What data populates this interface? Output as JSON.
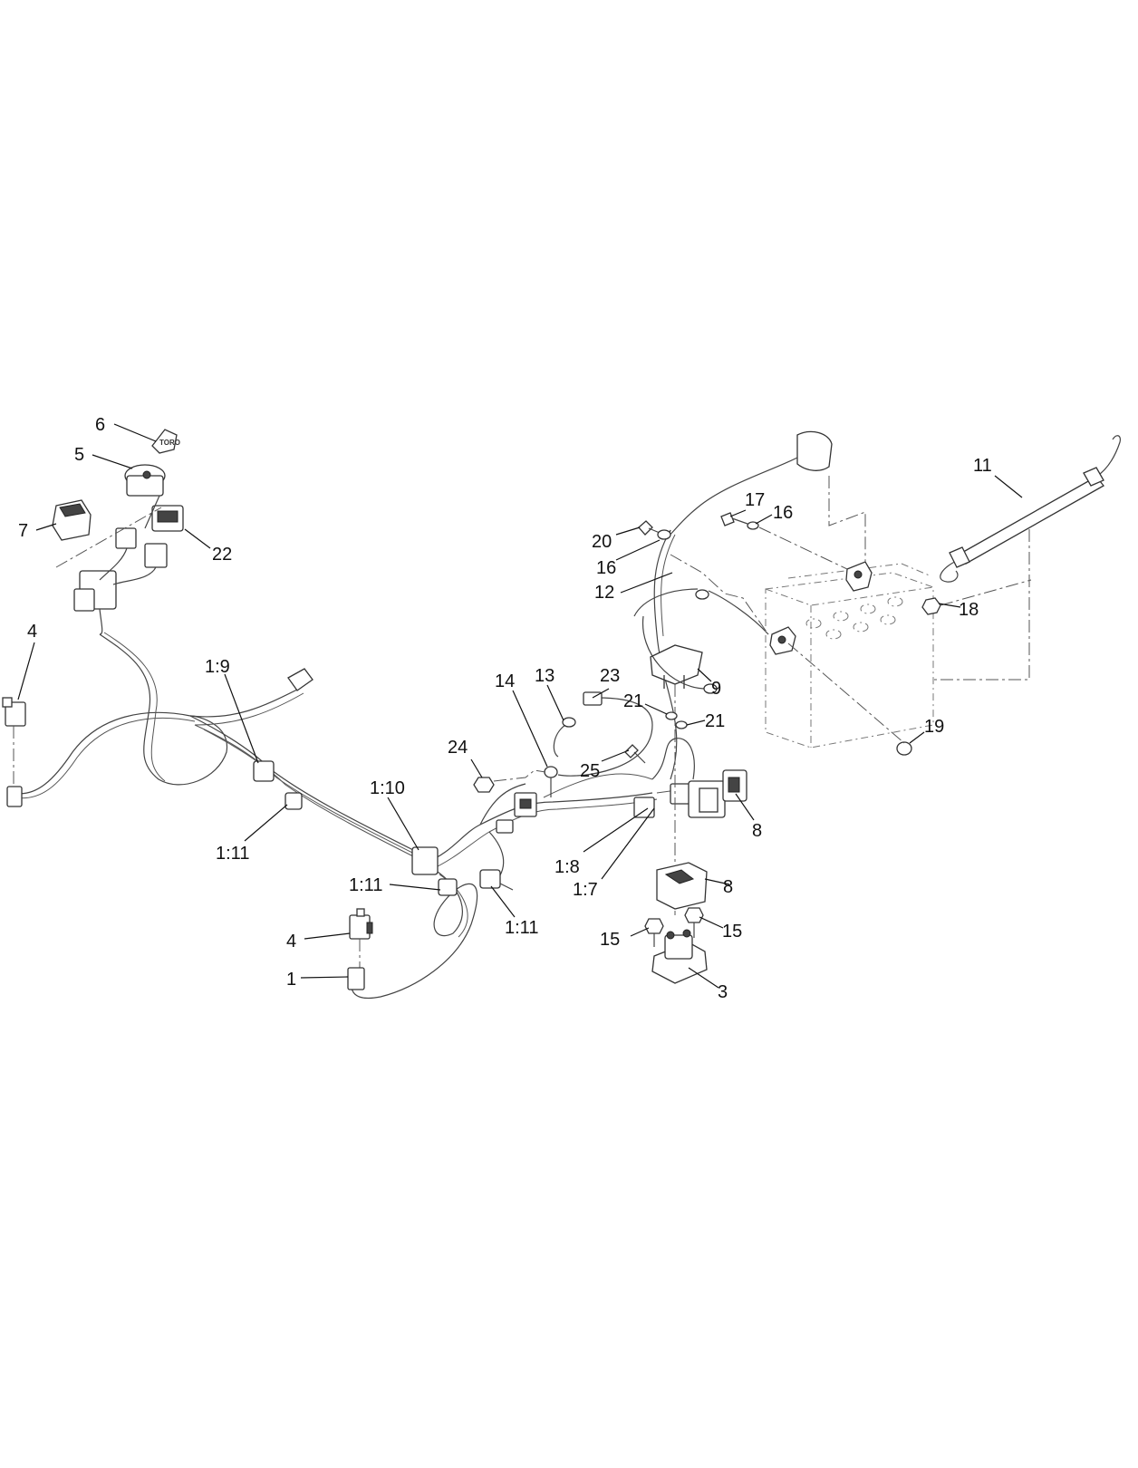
{
  "logo_text": "TORO",
  "callouts": [
    {
      "id": "c-6",
      "text": "6"
    },
    {
      "id": "c-5",
      "text": "5"
    },
    {
      "id": "c-7",
      "text": "7"
    },
    {
      "id": "c-22",
      "text": "22"
    },
    {
      "id": "c-4a",
      "text": "4"
    },
    {
      "id": "c-1-9",
      "text": "1:9"
    },
    {
      "id": "c-1-11a",
      "text": "1:11"
    },
    {
      "id": "c-1-10",
      "text": "1:10"
    },
    {
      "id": "c-1-11b",
      "text": "1:11"
    },
    {
      "id": "c-1-11c",
      "text": "1:11"
    },
    {
      "id": "c-4b",
      "text": "4"
    },
    {
      "id": "c-1",
      "text": "1"
    },
    {
      "id": "c-24",
      "text": "24"
    },
    {
      "id": "c-14",
      "text": "14"
    },
    {
      "id": "c-13",
      "text": "13"
    },
    {
      "id": "c-23",
      "text": "23"
    },
    {
      "id": "c-25",
      "text": "25"
    },
    {
      "id": "c-21a",
      "text": "21"
    },
    {
      "id": "c-21b",
      "text": "21"
    },
    {
      "id": "c-9",
      "text": "9"
    },
    {
      "id": "c-1-8",
      "text": "1:8"
    },
    {
      "id": "c-1-7",
      "text": "1:7"
    },
    {
      "id": "c-8a",
      "text": "8"
    },
    {
      "id": "c-8b",
      "text": "8"
    },
    {
      "id": "c-15a",
      "text": "15"
    },
    {
      "id": "c-15b",
      "text": "15"
    },
    {
      "id": "c-3",
      "text": "3"
    },
    {
      "id": "c-20",
      "text": "20"
    },
    {
      "id": "c-16a",
      "text": "16"
    },
    {
      "id": "c-12",
      "text": "12"
    },
    {
      "id": "c-17",
      "text": "17"
    },
    {
      "id": "c-16b",
      "text": "16"
    },
    {
      "id": "c-11",
      "text": "11"
    },
    {
      "id": "c-18",
      "text": "18"
    },
    {
      "id": "c-19",
      "text": "19"
    }
  ]
}
